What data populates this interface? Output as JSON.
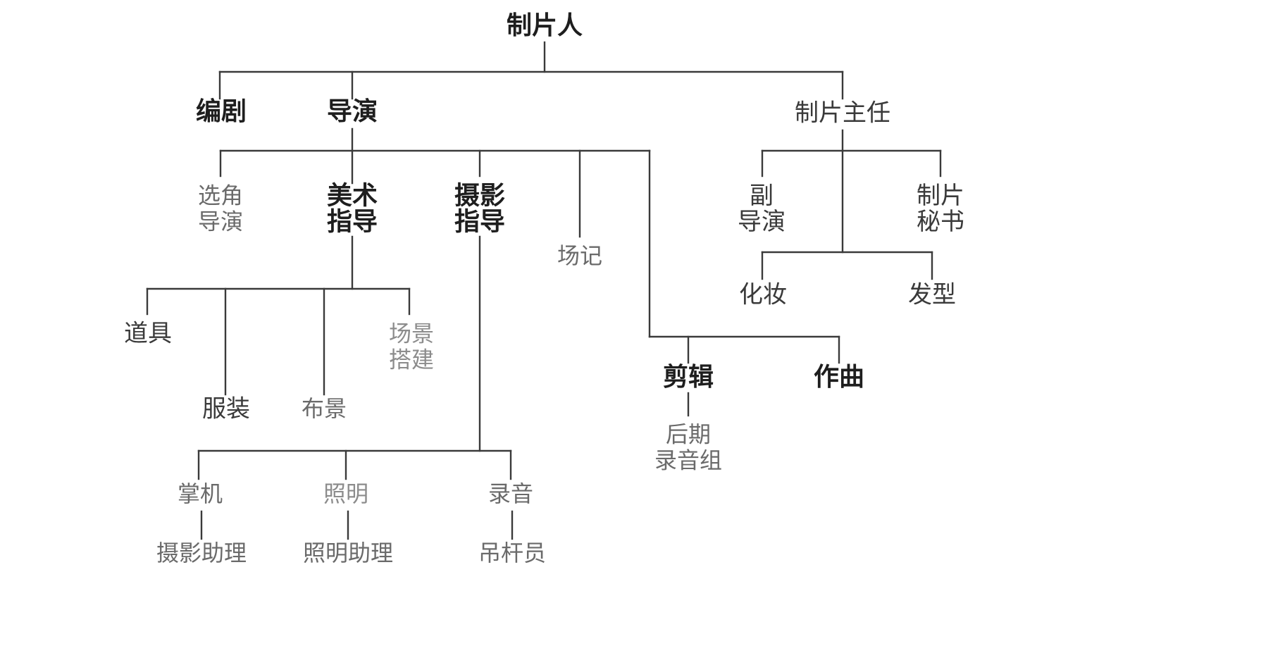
{
  "diagram": {
    "type": "org-chart",
    "line_color": "#3a3a3a",
    "nodes": [
      {
        "id": "producer",
        "lines": [
          "制片人"
        ],
        "weight": "bold"
      },
      {
        "id": "screenwriter",
        "lines": [
          "编剧"
        ],
        "weight": "bold"
      },
      {
        "id": "director",
        "lines": [
          "导演"
        ],
        "weight": "bold"
      },
      {
        "id": "production-manager",
        "lines": [
          "制片主任"
        ],
        "weight": "medium"
      },
      {
        "id": "casting-director",
        "lines": [
          "选角",
          "导演"
        ],
        "weight": "light"
      },
      {
        "id": "art-director",
        "lines": [
          "美术",
          "指导"
        ],
        "weight": "bold"
      },
      {
        "id": "cinematographer",
        "lines": [
          "摄影",
          "指导"
        ],
        "weight": "bold"
      },
      {
        "id": "script-supervisor",
        "lines": [
          "场记"
        ],
        "weight": "light"
      },
      {
        "id": "assistant-director",
        "lines": [
          "副",
          "导演"
        ],
        "weight": "medium"
      },
      {
        "id": "production-secretary",
        "lines": [
          "制片",
          "秘书"
        ],
        "weight": "medium"
      },
      {
        "id": "makeup",
        "lines": [
          "化妆"
        ],
        "weight": "medium"
      },
      {
        "id": "hairstyling",
        "lines": [
          "发型"
        ],
        "weight": "medium"
      },
      {
        "id": "props",
        "lines": [
          "道具"
        ],
        "weight": "medium"
      },
      {
        "id": "costume",
        "lines": [
          "服装"
        ],
        "weight": "medium"
      },
      {
        "id": "set-dressing",
        "lines": [
          "布景"
        ],
        "weight": "light"
      },
      {
        "id": "set-construction",
        "lines": [
          "场景",
          "搭建"
        ],
        "weight": "faint"
      },
      {
        "id": "editing",
        "lines": [
          "剪辑"
        ],
        "weight": "bold"
      },
      {
        "id": "composer",
        "lines": [
          "作曲"
        ],
        "weight": "bold"
      },
      {
        "id": "post-sound",
        "lines": [
          "后期",
          "录音组"
        ],
        "weight": "light"
      },
      {
        "id": "camera-operator",
        "lines": [
          "掌机"
        ],
        "weight": "light"
      },
      {
        "id": "lighting",
        "lines": [
          "照明"
        ],
        "weight": "faint"
      },
      {
        "id": "sound-recording",
        "lines": [
          "录音"
        ],
        "weight": "light"
      },
      {
        "id": "camera-assistant",
        "lines": [
          "摄影助理"
        ],
        "weight": "light"
      },
      {
        "id": "lighting-assistant",
        "lines": [
          "照明助理"
        ],
        "weight": "light"
      },
      {
        "id": "boom-operator",
        "lines": [
          "吊杆员"
        ],
        "weight": "light"
      }
    ],
    "edges": [
      [
        "producer",
        "screenwriter"
      ],
      [
        "producer",
        "director"
      ],
      [
        "producer",
        "production-manager"
      ],
      [
        "director",
        "casting-director"
      ],
      [
        "director",
        "art-director"
      ],
      [
        "director",
        "cinematographer"
      ],
      [
        "director",
        "script-supervisor"
      ],
      [
        "director",
        "editing"
      ],
      [
        "director",
        "composer"
      ],
      [
        "production-manager",
        "assistant-director"
      ],
      [
        "production-manager",
        "production-secretary"
      ],
      [
        "production-manager",
        "makeup"
      ],
      [
        "production-manager",
        "hairstyling"
      ],
      [
        "art-director",
        "props"
      ],
      [
        "art-director",
        "costume"
      ],
      [
        "art-director",
        "set-dressing"
      ],
      [
        "art-director",
        "set-construction"
      ],
      [
        "editing",
        "post-sound"
      ],
      [
        "cinematographer",
        "camera-operator"
      ],
      [
        "cinematographer",
        "lighting"
      ],
      [
        "cinematographer",
        "sound-recording"
      ],
      [
        "camera-operator",
        "camera-assistant"
      ],
      [
        "lighting",
        "lighting-assistant"
      ],
      [
        "sound-recording",
        "boom-operator"
      ]
    ]
  }
}
